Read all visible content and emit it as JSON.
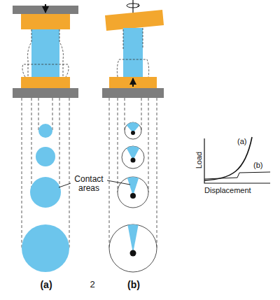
{
  "diagram": {
    "labels": [
      "Contact areas",
      "Load",
      "(a)",
      "(b)",
      "Displacement",
      "(a)",
      "2",
      "(b)"
    ]
  }
}
